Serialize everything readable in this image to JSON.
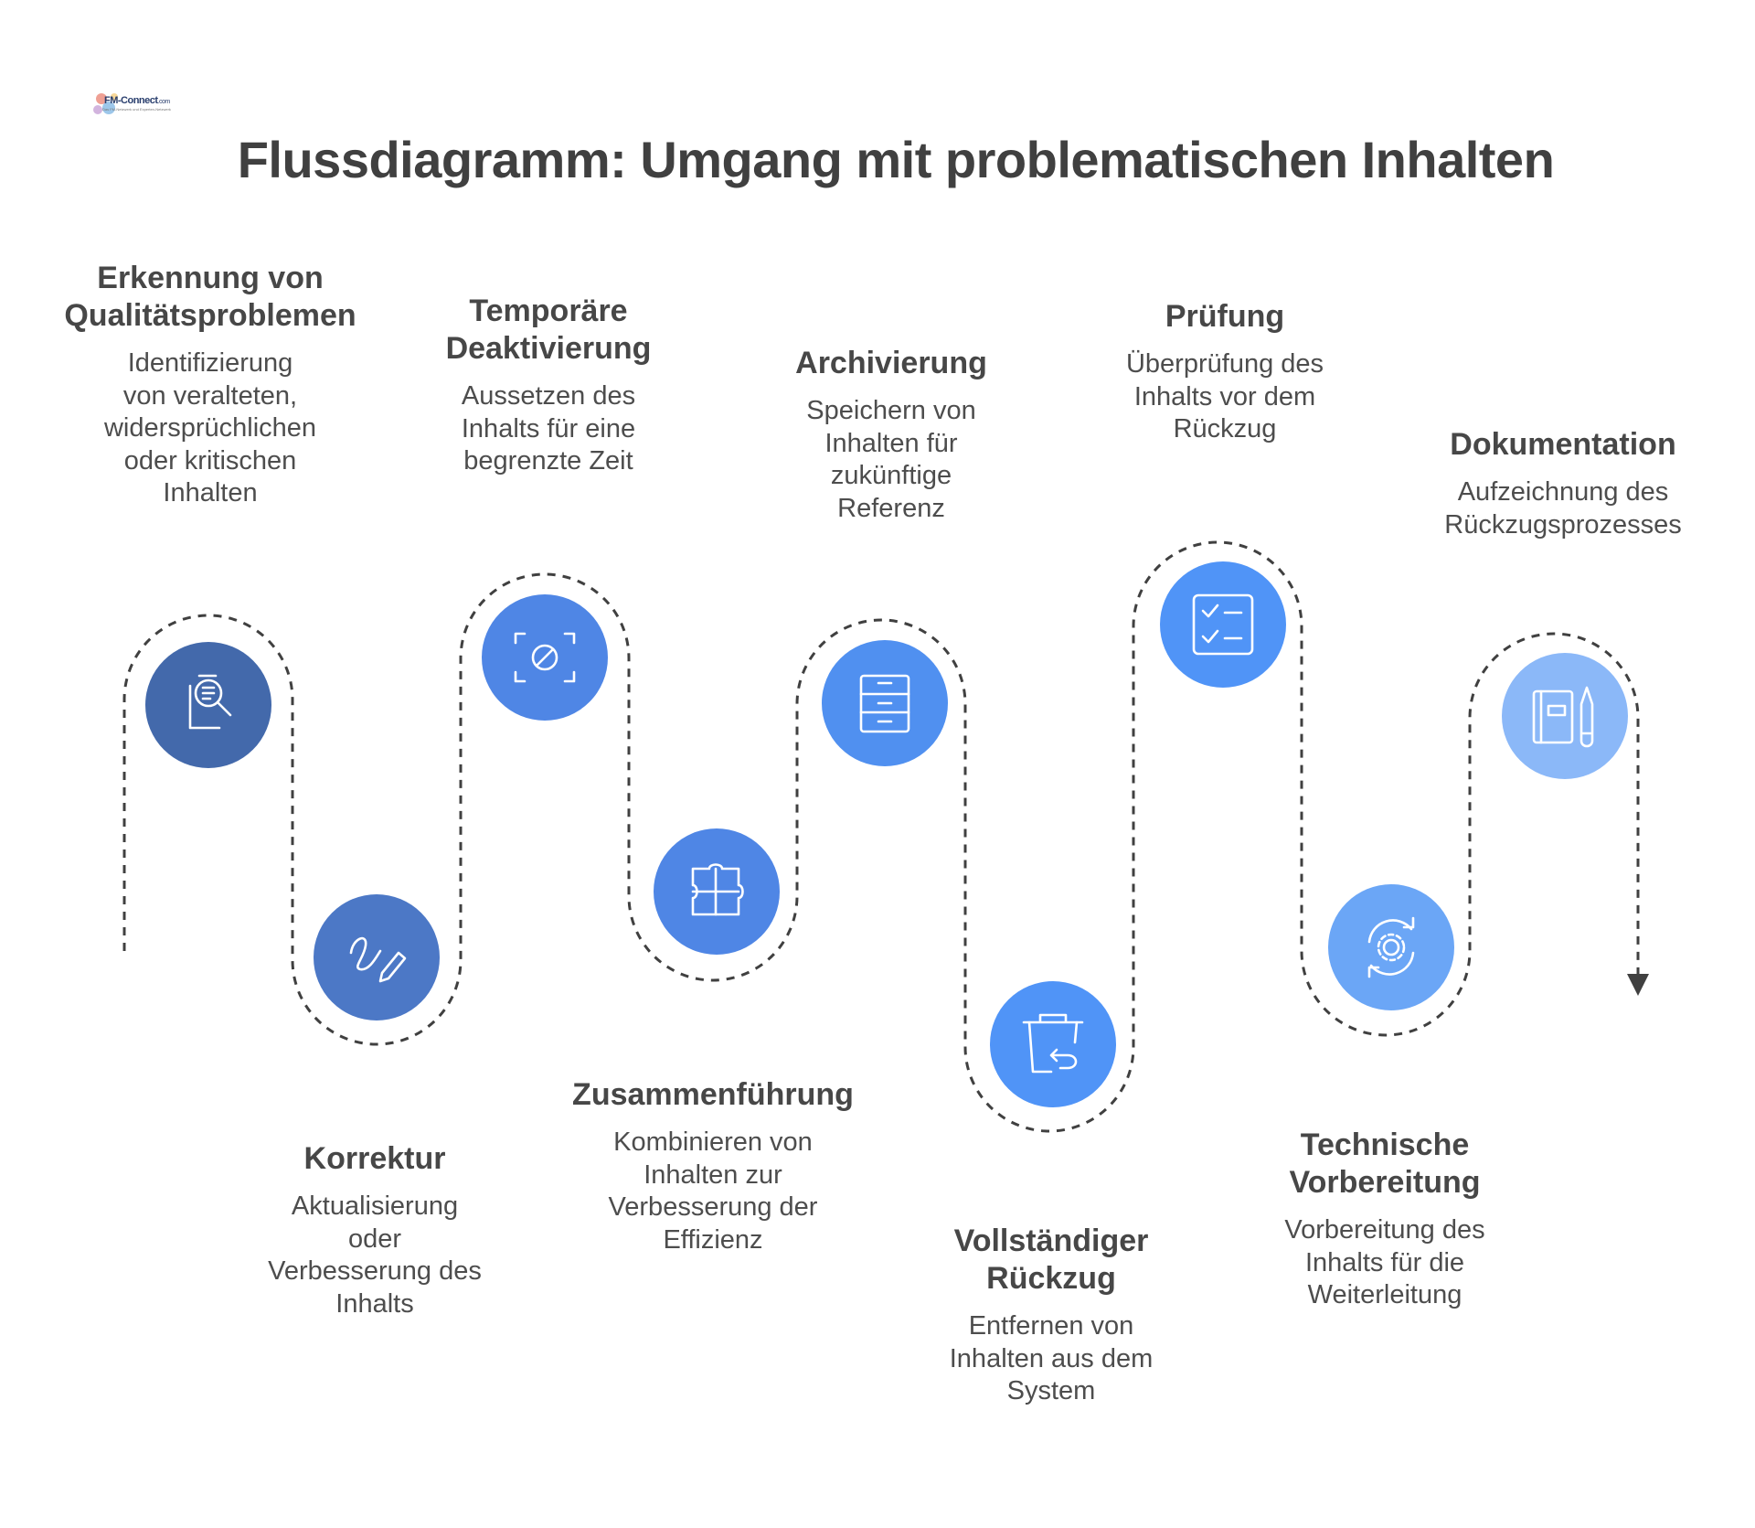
{
  "logo": {
    "name": "FM-Connect",
    "domain": ".com",
    "tagline": "Das FM-Netzwerk und Experten-Netzwerk"
  },
  "title": "Flussdiagramm: Umgang mit problematischen Inhalten",
  "colors": {
    "dark": "#4369ab",
    "mid": "#4f86e5",
    "bright": "#5094f7",
    "light": "#6ba6f6",
    "pale": "#8bb8f8",
    "line": "#404040"
  },
  "steps": [
    {
      "title": "Erkennung von\nQualitätsproblemen",
      "desc": "Identifizierung\nvon veralteten,\nwidersprüchlichen\noder kritischen\nInhalten",
      "icon": "document-search-icon"
    },
    {
      "title": "Korrektur",
      "desc": "Aktualisierung\noder\nVerbesserung des\nInhalts",
      "icon": "pencil-scribble-icon"
    },
    {
      "title": "Temporäre\nDeaktivierung",
      "desc": "Aussetzen des\nInhalts für eine\nbegrenzte Zeit",
      "icon": "blocked-frame-icon"
    },
    {
      "title": "Zusammenführung",
      "desc": "Kombinieren von\nInhalten zur\nVerbesserung der\nEffizienz",
      "icon": "puzzle-icon"
    },
    {
      "title": "Archivierung",
      "desc": "Speichern von\nInhalten für\nzukünftige\nReferenz",
      "icon": "file-cabinet-icon"
    },
    {
      "title": "Vollständiger\nRückzug",
      "desc": "Entfernen von\nInhalten aus dem\nSystem",
      "icon": "trash-restore-icon"
    },
    {
      "title": "Prüfung",
      "desc": "Überprüfung des\nInhalts vor dem\nRückzug",
      "icon": "checklist-icon"
    },
    {
      "title": "Technische\nVorbereitung",
      "desc": "Vorbereitung des\nInhalts für die\nWeiterleitung",
      "icon": "gear-cycle-icon"
    },
    {
      "title": "Dokumentation",
      "desc": "Aufzeichnung des\nRückzugsprozesses",
      "icon": "notebook-pencil-icon"
    }
  ]
}
